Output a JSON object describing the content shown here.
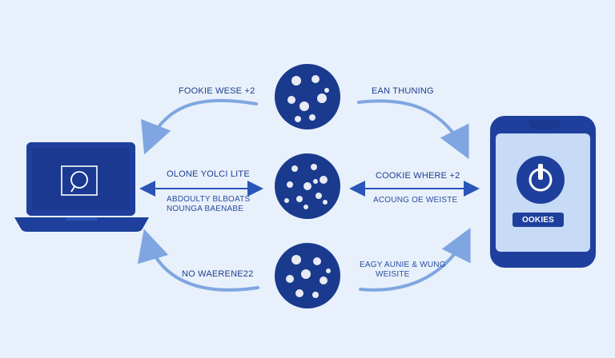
{
  "labels": {
    "top_left": "FOOKIE WESE +2",
    "top_right": "EAN THUNING",
    "mid_left": "OLONE YOLCI LITE",
    "mid_left_sub_1": "ABDOULTY BLBOATS",
    "mid_left_sub_2": "NOUNGA BAENABE",
    "mid_right": "COOKIE WHERE +2",
    "mid_right_sub": "ACOUNG OE WEISTE",
    "bottom_left": "NO WAERENE22",
    "bottom_right_1": "EAGY AUNIE & WUNG",
    "bottom_right_2": "WEISITE"
  },
  "phone": {
    "button_label": "OOKIES"
  },
  "icons": {
    "laptop": "laptop-icon",
    "phone": "smartphone-icon",
    "cookie": "cookie-icon"
  },
  "colors": {
    "background": "#e8f0fb",
    "primary": "#1e3f9c",
    "cookie": "#1a3a8e",
    "arrow": "#7fa6e0",
    "screen": "#c7daf6"
  }
}
